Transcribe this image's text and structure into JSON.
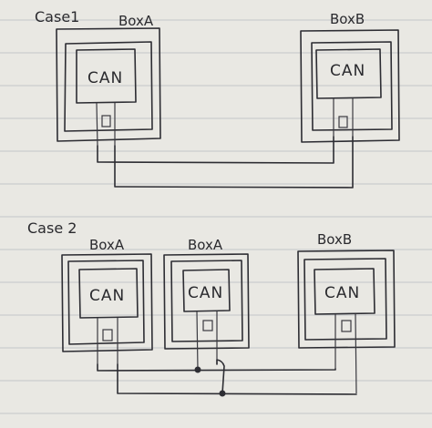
{
  "case1": {
    "title": "Case1",
    "box_a": {
      "label": "BoxA",
      "chip": "CAN"
    },
    "box_b": {
      "label": "BoxB",
      "chip": "CAN"
    }
  },
  "case2": {
    "title": "Case 2",
    "box_a_left": {
      "label": "BoxA",
      "chip": "CAN"
    },
    "box_a_mid": {
      "label": "BoxA",
      "chip": "CAN"
    },
    "box_b": {
      "label": "BoxB",
      "chip": "CAN"
    }
  },
  "colors": {
    "ink": "#2d2d33",
    "paper": "#e9e8e3",
    "rule": "#c3c6c8"
  }
}
